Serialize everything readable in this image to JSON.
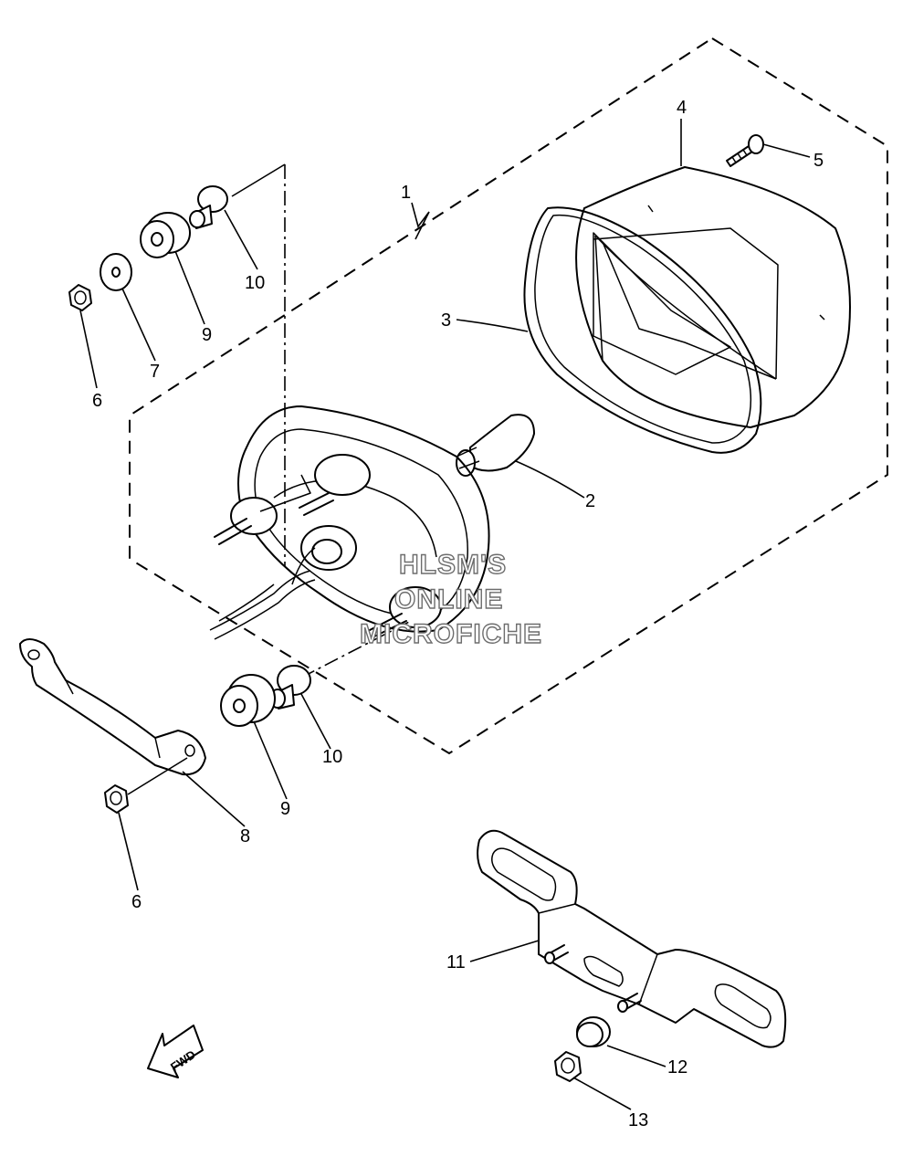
{
  "watermark": {
    "line1": "HLSM'S",
    "line2": "ONLINE",
    "line3": "MICROFICHE"
  },
  "fwd_arrow": {
    "label": "FWD",
    "icon": "fwd-arrow-icon"
  },
  "callouts": [
    {
      "id": "c1",
      "number": "1"
    },
    {
      "id": "c2",
      "number": "2"
    },
    {
      "id": "c3",
      "number": "3"
    },
    {
      "id": "c4",
      "number": "4"
    },
    {
      "id": "c5",
      "number": "5"
    },
    {
      "id": "c6a",
      "number": "6"
    },
    {
      "id": "c7",
      "number": "7"
    },
    {
      "id": "c9a",
      "number": "9"
    },
    {
      "id": "c10a",
      "number": "10"
    },
    {
      "id": "c10b",
      "number": "10"
    },
    {
      "id": "c9b",
      "number": "9"
    },
    {
      "id": "c8",
      "number": "8"
    },
    {
      "id": "c6b",
      "number": "6"
    },
    {
      "id": "c11",
      "number": "11"
    },
    {
      "id": "c12",
      "number": "12"
    },
    {
      "id": "c13",
      "number": "13"
    }
  ]
}
